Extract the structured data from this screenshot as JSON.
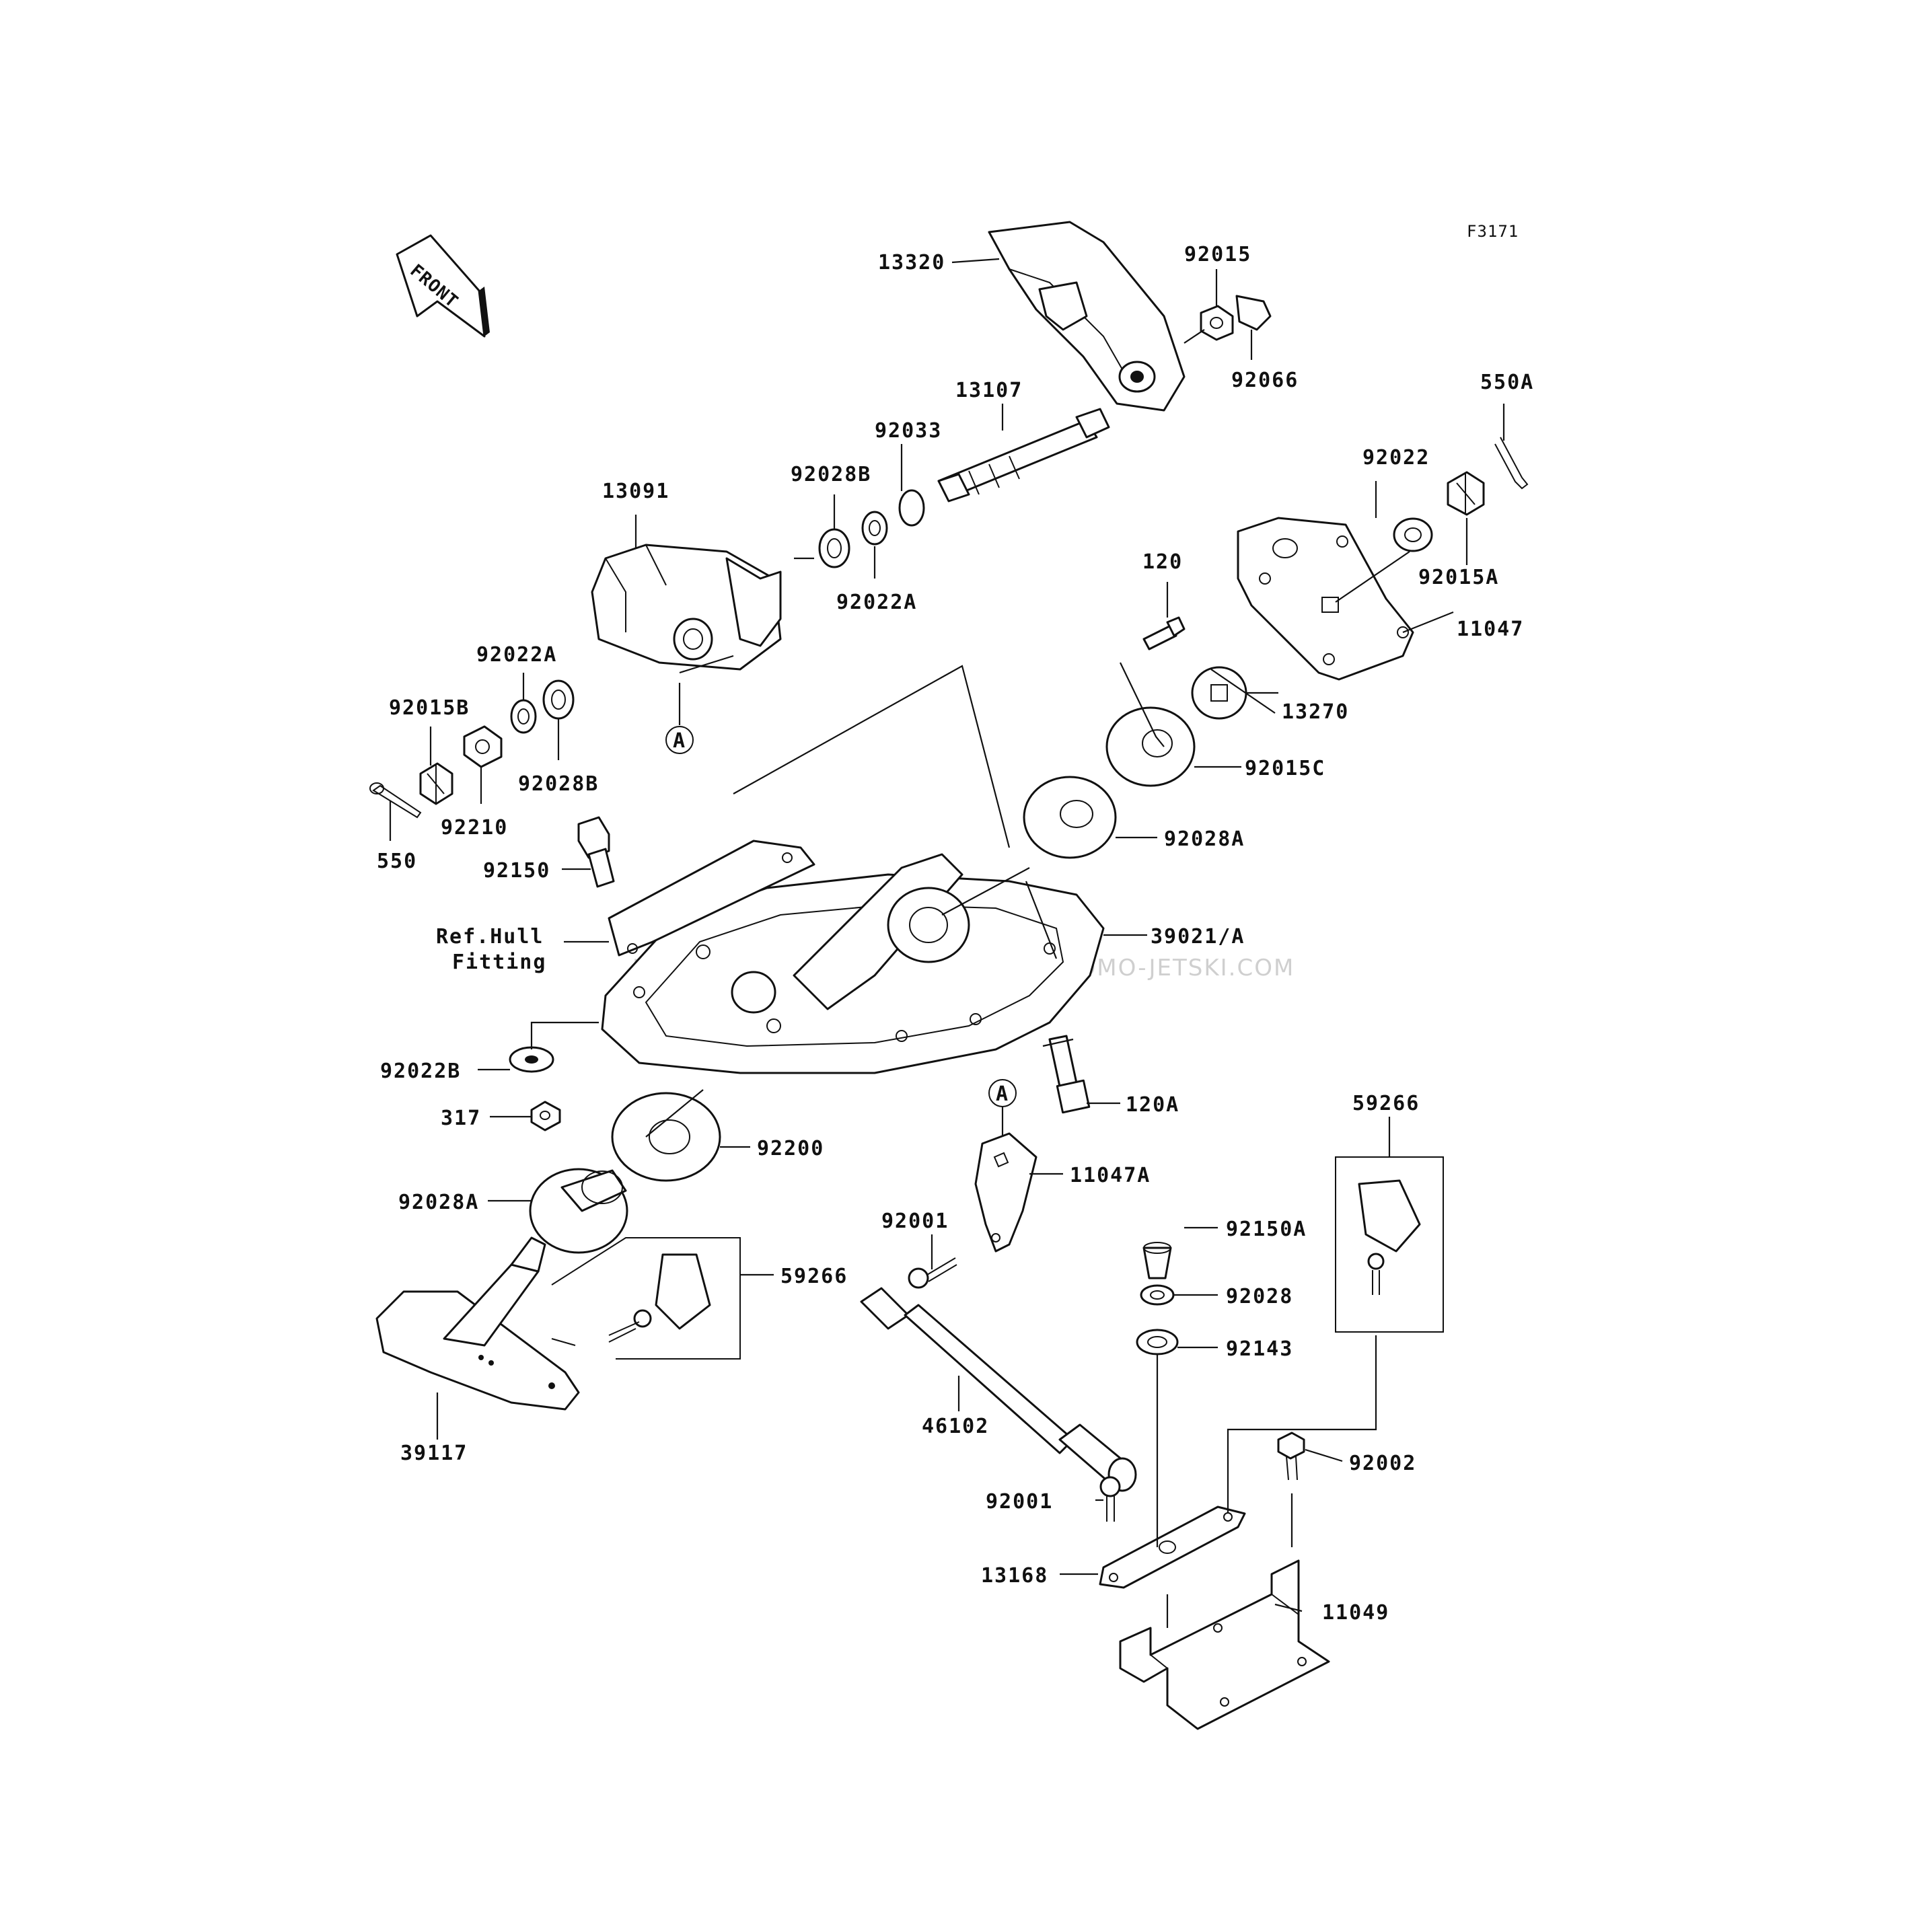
{
  "diagram": {
    "figure_code": "F3171",
    "front_arrow_text": "FRONT",
    "reference_marker": "A",
    "watermark": "JETSKI.COM  PROMO-JETSKI.COM  PROMO-JETSKI.COM",
    "ref_note_line1": "Ref.Hull",
    "ref_note_line2": "Fitting",
    "parts": {
      "p13320": "13320",
      "p92015": "92015",
      "p92066": "92066",
      "p550A": "550A",
      "p13107": "13107",
      "p92033": "92033",
      "p92028B_top": "92028B",
      "p13091": "13091",
      "p92022A_top": "92022A",
      "p92022": "92022",
      "p92015A": "92015A",
      "p120": "120",
      "p11047": "11047",
      "p92022A_left": "92022A",
      "p92015B": "92015B",
      "p13270": "13270",
      "p92015C": "92015C",
      "p92028B_left": "92028B",
      "p92210": "92210",
      "p550": "550",
      "p92028A_right": "92028A",
      "p92150": "92150",
      "p39021A": "39021/A",
      "p92022B": "92022B",
      "p120A": "120A",
      "p317": "317",
      "p59266_right": "59266",
      "p92200": "92200",
      "p11047A": "11047A",
      "p92028A_left": "92028A",
      "p92001_top": "92001",
      "p92150A": "92150A",
      "p59266_left": "59266",
      "p92028": "92028",
      "p92143": "92143",
      "p46102": "46102",
      "p39117": "39117",
      "p92002": "92002",
      "p92001_bottom": "92001",
      "p13168": "13168",
      "p11049": "11049"
    }
  }
}
